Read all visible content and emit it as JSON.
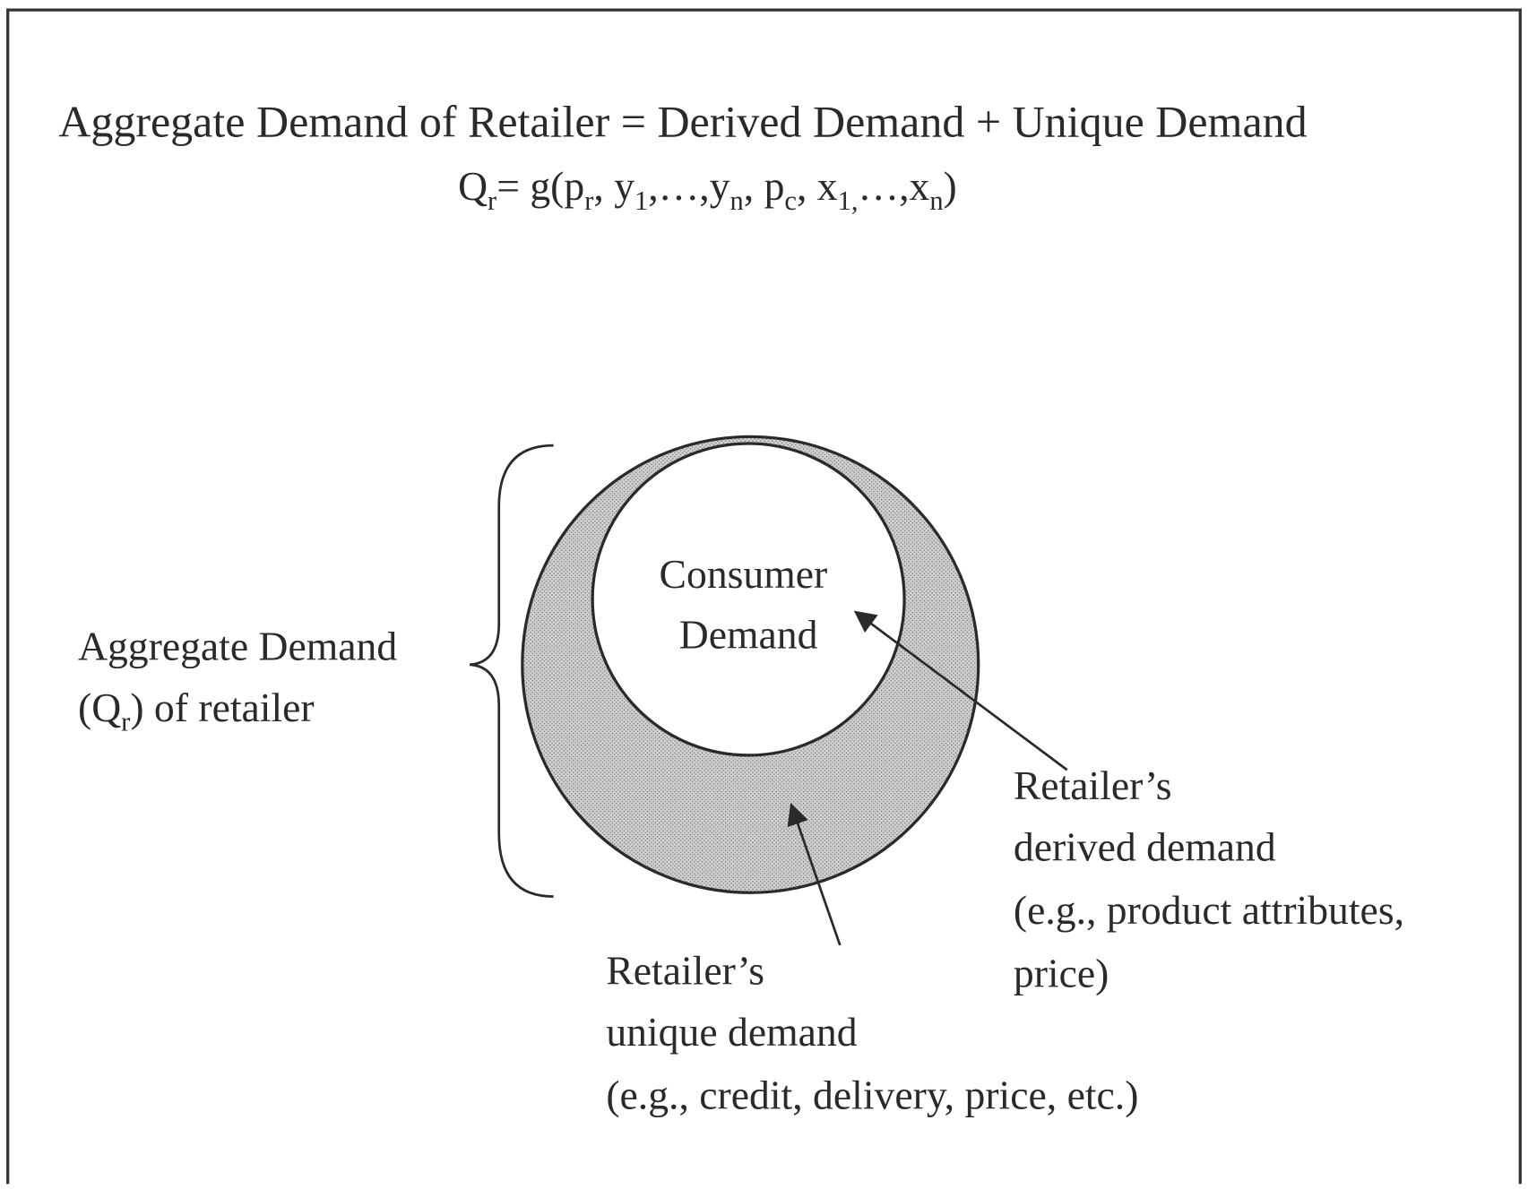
{
  "title": "Aggregate Demand  of Retailer = Derived Demand + Unique Demand",
  "formula": {
    "q": "Q",
    "q_sub": "r",
    "eq": "= g(p",
    "pr_sub": "r",
    "y1": ", y",
    "y1_sub": "1",
    "dots1": ",…,y",
    "yn_sub": "n",
    "pc": ", p",
    "pc_sub": "c",
    "x1": ", x",
    "x1_sub": "1,",
    "dots2": "…,x",
    "xn_sub": "n",
    "close": ")"
  },
  "inner_circle": {
    "line1": "Consumer",
    "line2": "Demand"
  },
  "aggregate_label": {
    "line1": "Aggregate Demand",
    "line2_open": "(Q",
    "line2_sub": "r",
    "line2_rest": ") of retailer"
  },
  "derived": {
    "line1": "Retailer’s",
    "line2": "derived demand",
    "line3": "(e.g., product attributes,",
    "line4": "price)"
  },
  "unique": {
    "line1": "Retailer’s",
    "line2": "unique demand",
    "line3": "(e.g., credit, delivery, price, etc.)"
  },
  "colors": {
    "ring_fill": "#b8b8b8",
    "stroke": "#2a2a2a"
  }
}
